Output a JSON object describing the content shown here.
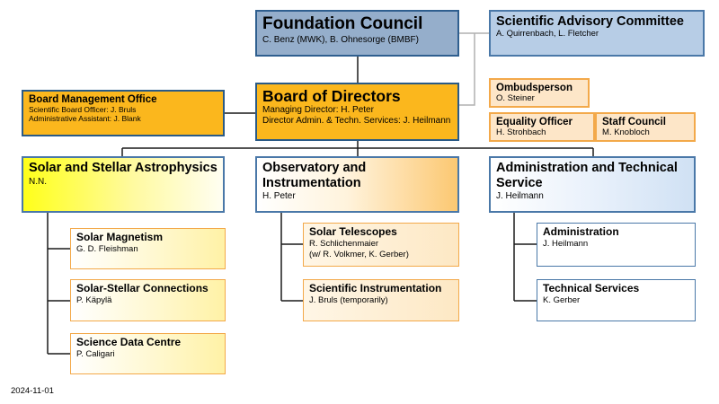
{
  "council": {
    "title": "Foundation Council",
    "members": "C. Benz (MWK), B. Ohnesorge (BMBF)"
  },
  "advisory": {
    "title": "Scientific Advisory Committee",
    "members": "A. Quirrenbach, L. Fletcher"
  },
  "board": {
    "title": "Board of Directors",
    "line1": "Managing Director: H. Peter",
    "line2": "Director Admin. & Techn. Services: J. Heilmann"
  },
  "management_office": {
    "title": "Board Management Office",
    "line1": "Scientific Board Officer: J. Bruls",
    "line2": "Administrative Assistant: J. Blank"
  },
  "ombudsperson": {
    "title": "Ombudsperson",
    "name": "O. Steiner"
  },
  "equality": {
    "title": "Equality Officer",
    "name": "H. Strohbach"
  },
  "staff_council": {
    "title": "Staff Council",
    "name": "M. Knobloch"
  },
  "departments": [
    {
      "title": "Solar and Stellar Astrophysics",
      "head": "N.N."
    },
    {
      "title": "Observatory and Instrumentation",
      "head": "H. Peter"
    },
    {
      "title": "Administration and Technical Service",
      "head": "J. Heilmann"
    }
  ],
  "groups": {
    "solar_magnetism": {
      "title": "Solar Magnetism",
      "line1": "G. D. Fleishman"
    },
    "solar_stellar": {
      "title": "Solar-Stellar Connections",
      "line1": "P. Käpylä"
    },
    "science_data": {
      "title": "Science Data Centre",
      "line1": "P. Caligari"
    },
    "solar_telescopes": {
      "title": "Solar Telescopes",
      "line1": "R. Schlichenmaier",
      "line2": "(w/ R. Volkmer, K. Gerber)"
    },
    "sci_instr": {
      "title": "Scientific Instrumentation",
      "line1": "J. Bruls (temporarily)"
    },
    "administration": {
      "title": "Administration",
      "line1": "J. Heilmann"
    },
    "technical_services": {
      "title": "Technical Services",
      "line1": "K. Gerber"
    }
  },
  "date": "2024-11-01",
  "colors": {
    "line": "#1a1a1a",
    "advisory_link": "#b0b0b0",
    "board_fill": "#fbb71d",
    "council_fill": "#95aecb"
  }
}
